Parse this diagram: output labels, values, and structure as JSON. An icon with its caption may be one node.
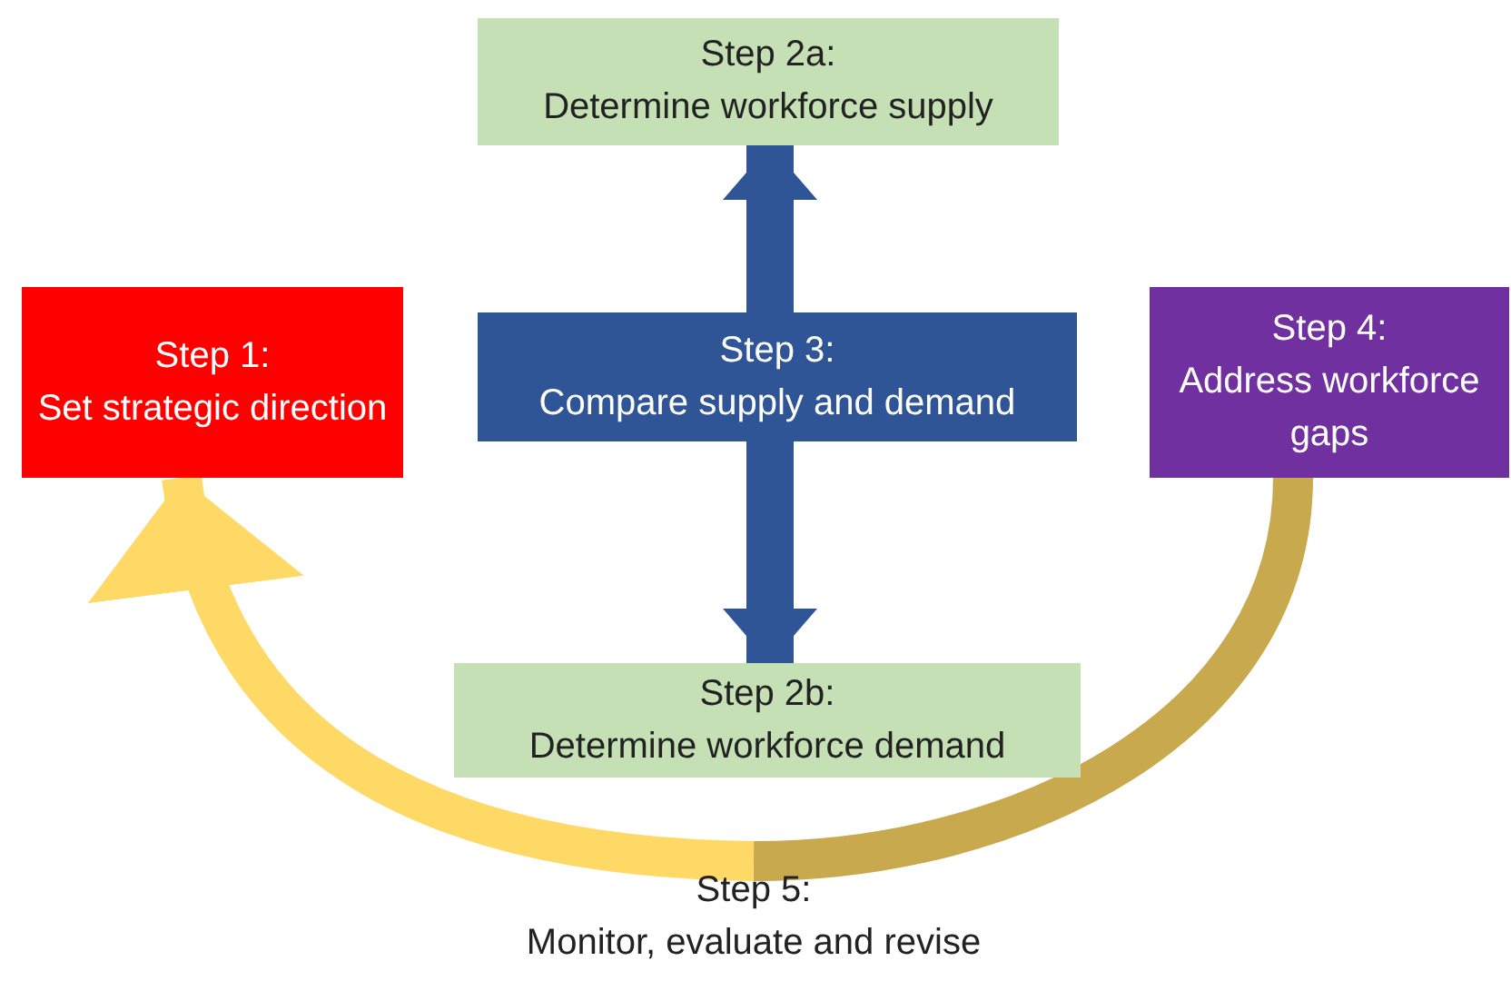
{
  "diagram": {
    "nodes": [
      {
        "text": [
          "Step 1:",
          "Set strategic direction"
        ]
      },
      {
        "text": [
          "Step 2a:",
          "Determine workforce supply"
        ]
      },
      {
        "text": [
          "Step 3:",
          "Compare supply and demand"
        ]
      },
      {
        "text": [
          "Step 4:",
          "Address workforce gaps"
        ]
      },
      {
        "text": [
          "Step 2b:",
          "Determine workforce demand"
        ]
      },
      {
        "text": [
          "Step 5:",
          "Monitor, evaluate and revise"
        ]
      }
    ],
    "edges": [
      {
        "from": 2,
        "to": 1,
        "arrow": "to",
        "color": "#2f5597"
      },
      {
        "from": 2,
        "to": 4,
        "arrow": "to",
        "color": "#2f5597"
      },
      {
        "from": 3,
        "to": 5,
        "arrow": "none",
        "color": "#c9a94e"
      },
      {
        "from": 5,
        "to": 0,
        "arrow": "to",
        "color": "#ffd966"
      }
    ]
  }
}
